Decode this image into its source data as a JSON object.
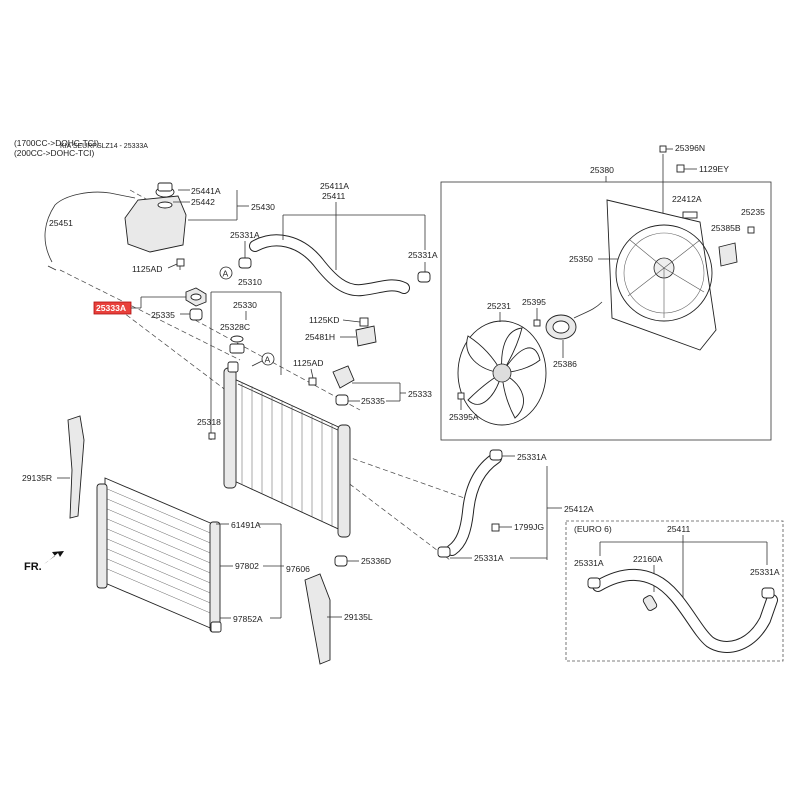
{
  "header": {
    "line1": "(1700CC->DOHC-TCI)",
    "line2": "(200CC->DOHC-TCI)",
    "overlay": "KIA SEURPSLZ14 - 25333A"
  },
  "front_marker": "FR.",
  "callouts": {
    "a1": "A",
    "a2": "A"
  },
  "labels": {
    "p25441A": "25441A",
    "p25442": "25442",
    "p25430": "25430",
    "p25451": "25451",
    "p1125AD_a": "1125AD",
    "p25333A": "25333A",
    "p25335_a": "25335",
    "p25411A": "25411A",
    "p25411": "25411",
    "p25331A_a": "25331A",
    "p25331A_b": "25331A",
    "p25310": "25310",
    "p25330": "25330",
    "p25328C": "25328C",
    "p1125KD": "1125KD",
    "p25481H": "25481H",
    "p1125AD_b": "1125AD",
    "p25333": "25333",
    "p25335_b": "25335",
    "p25318": "25318",
    "p29135R": "29135R",
    "p61491A": "61491A",
    "p97802": "97802",
    "p97606": "97606",
    "p97852A": "97852A",
    "p29135L": "29135L",
    "p25336D": "25336D",
    "p25331A_c": "25331A",
    "p25412A": "25412A",
    "p1799JG": "1799JG",
    "p25331A_d": "25331A",
    "p25396N": "25396N",
    "p1129EY": "1129EY",
    "p25380": "25380",
    "p22412A": "22412A",
    "p25235": "25235",
    "p25385B": "25385B",
    "p25350": "25350",
    "p25231": "25231",
    "p25395": "25395",
    "p25386": "25386",
    "p25395A": "25395A",
    "euro": "(EURO 6)",
    "p25411_e": "25411",
    "p22160A": "22160A",
    "p25331A_e": "25331A",
    "p25331A_f": "25331A"
  },
  "highlight": {
    "part": "25333A",
    "color": "#e8413c"
  }
}
